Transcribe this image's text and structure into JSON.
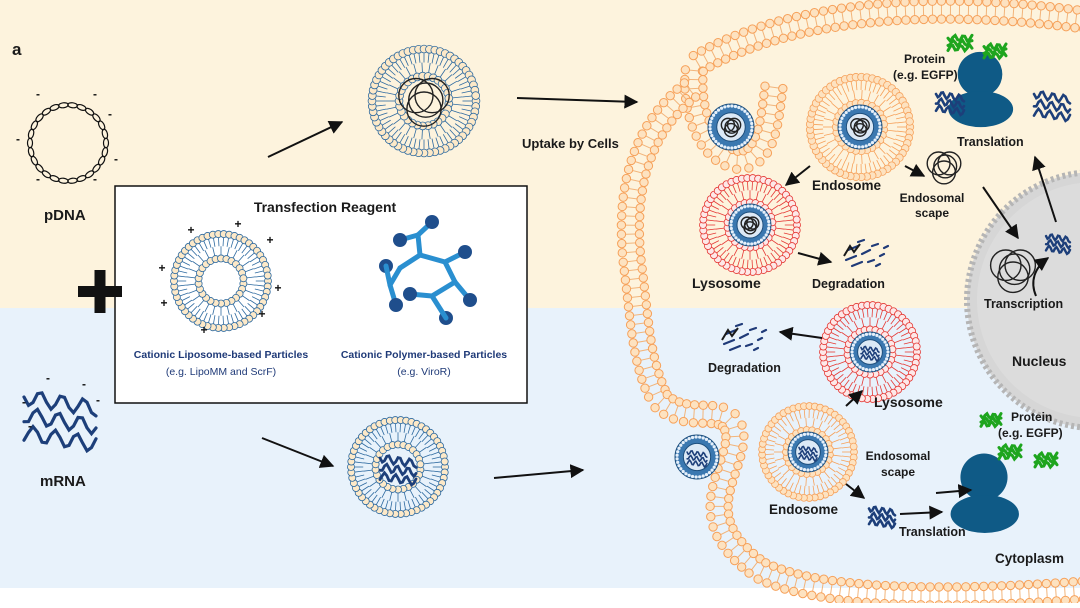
{
  "panel_label": "a",
  "plasmid_label": "pDNA",
  "mrna_label": "mRNA",
  "reagent_box": {
    "title": "Transfection Reagent",
    "liposome_title": "Cationic Liposome-based Particles",
    "liposome_example": "(e.g. LipoMM and ScrF)",
    "polymer_title": "Cationic Polymer-based Particles",
    "polymer_example": "(e.g. ViroR)"
  },
  "labels": {
    "uptake": "Uptake by Cells",
    "endosome_top": "Endosome",
    "endosomal_top_1": "Endosomal",
    "endosomal_top_2": "scape",
    "lysosome_top": "Lysosome",
    "degradation_top": "Degradation",
    "protein_top_1": "Protein",
    "protein_top_2": "(e.g. EGFP)",
    "translation_top": "Translation",
    "transcription": "Transcription",
    "nucleus": "Nucleus",
    "degradation_bottom": "Degradation",
    "lysosome_bottom": "Lysosome",
    "endosomal_bottom_1": "Endosomal",
    "endosomal_bottom_2": "scape",
    "endosome_bottom": "Endosome",
    "translation_bottom": "Translation",
    "protein_bottom_1": "Protein",
    "protein_bottom_2": "(e.g. EGFP)",
    "cytoplasm": "Cytoplasm"
  },
  "colors": {
    "top_band": "#fdf3dd",
    "bottom_band": "#e8f2fb",
    "lipid_head": "#fde9c8",
    "lipid_outline": "#2e6aa0",
    "membrane_orange": "#f6a15a",
    "lysosome_red": "#e53935",
    "ribosome": "#0f5a86",
    "protein_green": "#1ea51e",
    "mrna_blue": "#1d3f7a",
    "nucleus_grey": "#d6d6d6"
  }
}
